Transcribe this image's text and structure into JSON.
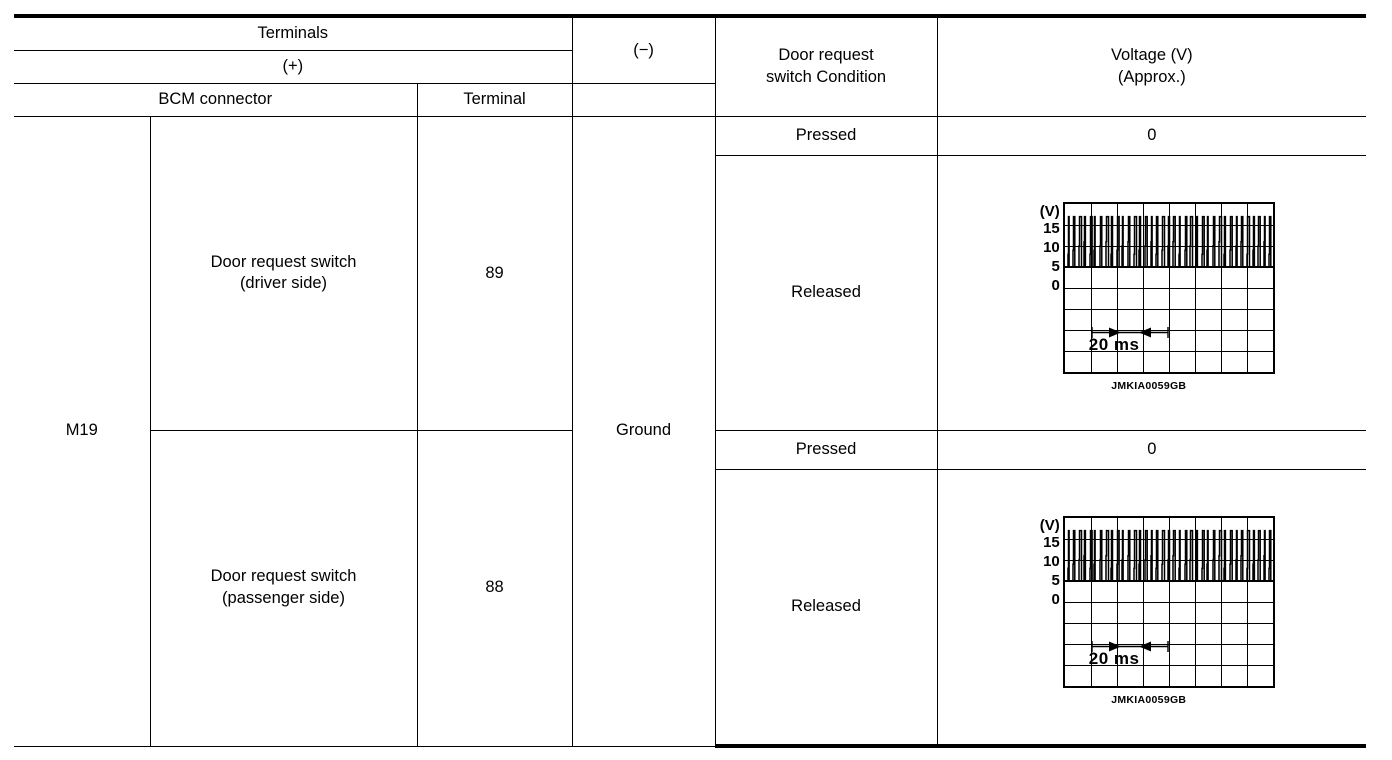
{
  "table": {
    "headers": {
      "terminals": "Terminals",
      "positive": "(+)",
      "bcm_connector": "BCM connector",
      "terminal": "Terminal",
      "negative": "(−)",
      "condition": "Door request switch\nswitch Condition",
      "condition_line1": "Door request",
      "condition_line2": "switch Condition",
      "voltage_line1": "Voltage (V)",
      "voltage_line2": "(Approx.)"
    },
    "connector": "M19",
    "ground": "Ground",
    "rows": [
      {
        "signal_line1": "Door request switch",
        "signal_line2": "(driver side)",
        "terminal": "89",
        "conditions": [
          {
            "state": "Pressed",
            "value": "0",
            "type": "text"
          },
          {
            "state": "Released",
            "value": "waveform",
            "type": "scope"
          }
        ]
      },
      {
        "signal_line1": "Door request switch",
        "signal_line2": "(passenger side)",
        "terminal": "88",
        "conditions": [
          {
            "state": "Pressed",
            "value": "0",
            "type": "text"
          },
          {
            "state": "Released",
            "value": "waveform",
            "type": "scope"
          }
        ]
      }
    ]
  },
  "chart_data": {
    "type": "line",
    "title": "",
    "xlabel": "",
    "ylabel": "(V)",
    "ytick_labels": [
      "15",
      "10",
      "5",
      "0"
    ],
    "ylim": [
      -7.5,
      22.5
    ],
    "grid": true,
    "grid_cols": 8,
    "grid_rows": 8,
    "time_span_label": "20 ms",
    "time_span_cells": 2,
    "pulse_peak_v": 12,
    "baseline_v": 0,
    "caption": "JMKIA0059GB",
    "description": "Pulse train, narrow spikes from 0 V baseline to approx. 12 V peak",
    "pulses_x": [
      3,
      8,
      14,
      19,
      25,
      29,
      35,
      41,
      46,
      52,
      57,
      63,
      69,
      74,
      80,
      86,
      91,
      97,
      103,
      108,
      114,
      120,
      125,
      131,
      137,
      142,
      148,
      154,
      159,
      165,
      171,
      176,
      182,
      188,
      193,
      199,
      204
    ]
  },
  "figure_code": "JMKIA0059GB"
}
